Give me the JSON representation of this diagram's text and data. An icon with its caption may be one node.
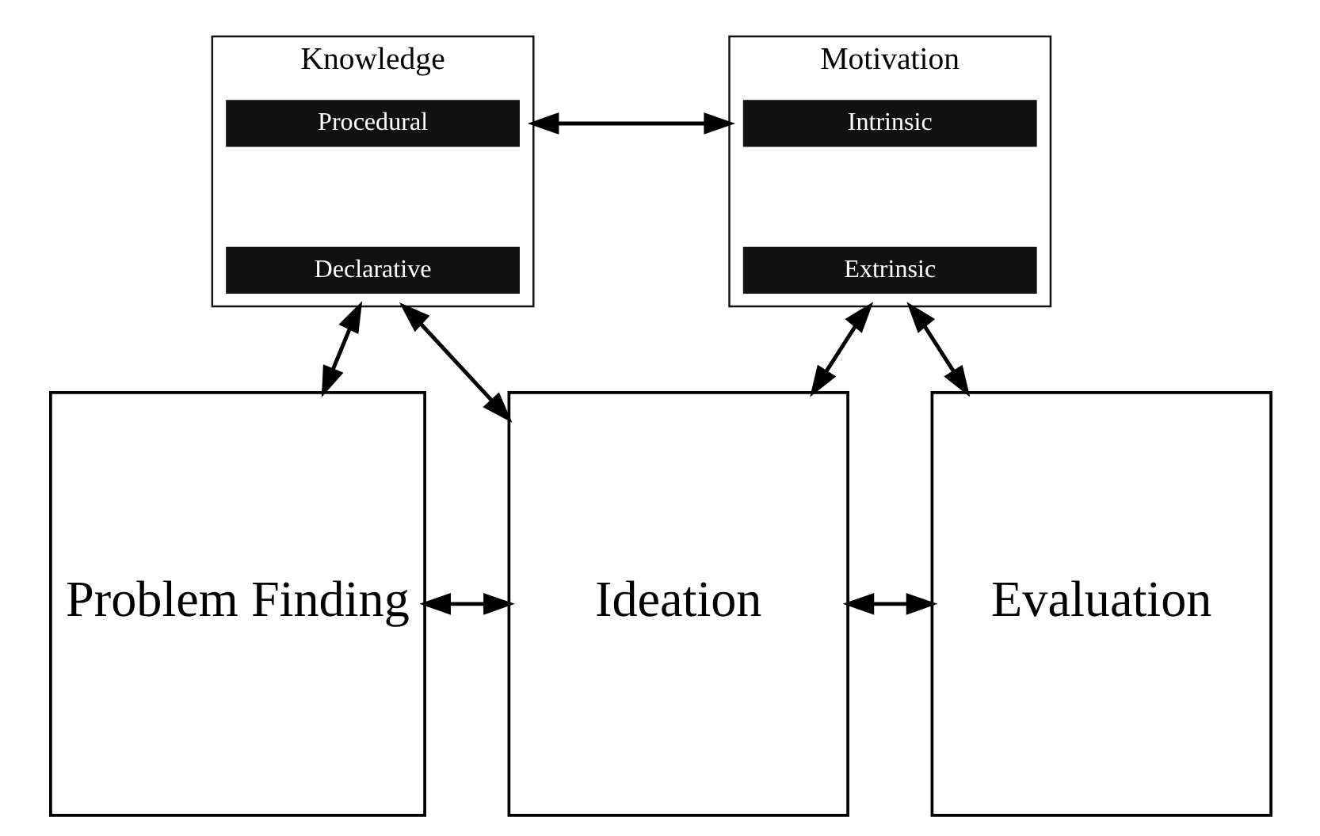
{
  "diagram": {
    "nodes": [
      {
        "text": [
          "Knowledge"
        ]
      },
      {
        "text": [
          "Procedural"
        ],
        "in": 0
      },
      {
        "text": [
          "Declarative"
        ],
        "in": 0
      },
      {
        "text": [
          "Motivation"
        ]
      },
      {
        "text": [
          "Intrinsic"
        ],
        "in": 3
      },
      {
        "text": [
          "Extrinsic"
        ],
        "in": 3
      },
      {
        "text": [
          "Problem Finding"
        ]
      },
      {
        "text": [
          "Ideation"
        ]
      },
      {
        "text": [
          "Evaluation"
        ]
      }
    ],
    "edges": [
      {
        "from": 0,
        "to": 3,
        "arrow": "both"
      },
      {
        "from": 0,
        "to": 6,
        "arrow": "both"
      },
      {
        "from": 0,
        "to": 7,
        "arrow": "both"
      },
      {
        "from": 3,
        "to": 7,
        "arrow": "both"
      },
      {
        "from": 3,
        "to": 8,
        "arrow": "both"
      },
      {
        "from": 6,
        "to": 7,
        "arrow": "both"
      },
      {
        "from": 7,
        "to": 8,
        "arrow": "both"
      }
    ]
  }
}
